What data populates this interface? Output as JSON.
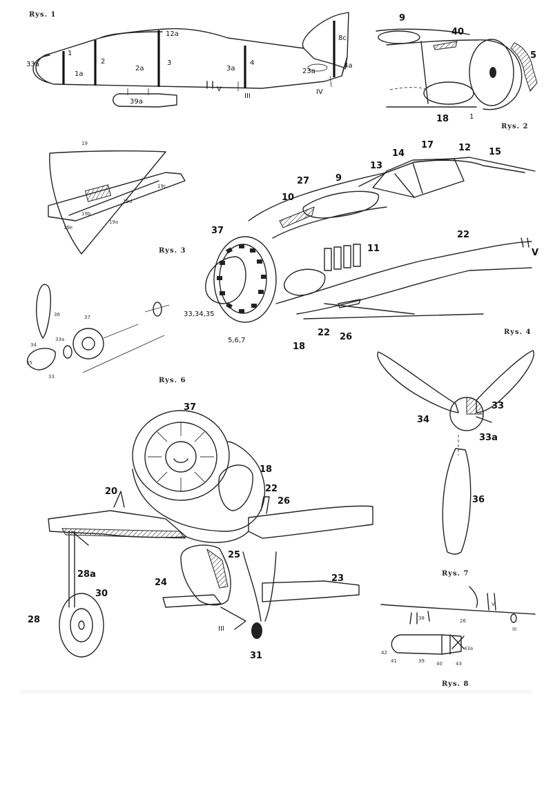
{
  "figures": {
    "rys1": {
      "caption": "Rys. 1",
      "labels": [
        "33a",
        "1",
        "1a",
        "2",
        "2a",
        "3",
        "12a",
        "3a",
        "4",
        "23a",
        "8c",
        "4a",
        "39a",
        "V",
        "III",
        "IV"
      ]
    },
    "rys2": {
      "caption": "Rys. 2",
      "labels": [
        "9",
        "40",
        "5",
        "18",
        "1"
      ]
    },
    "rys3": {
      "caption": "Rys. 3",
      "labels": [
        "19",
        "19c",
        "19d",
        "19b",
        "19a",
        "19e"
      ]
    },
    "rys4": {
      "caption": "Rys. 4",
      "labels": [
        "17",
        "14",
        "13",
        "12",
        "15",
        "9",
        "27",
        "10",
        "37",
        "11",
        "22",
        "V",
        "33,34,35",
        "5,6,7",
        "18",
        "22",
        "26"
      ]
    },
    "rys6": {
      "caption": "Rys. 6",
      "labels": [
        "36",
        "37",
        "34",
        "33a",
        "35",
        "33"
      ]
    },
    "rys7": {
      "caption": "Rys. 7",
      "labels": [
        "33",
        "34",
        "33a",
        "36"
      ]
    },
    "main_view": {
      "labels": [
        "37",
        "20",
        "18",
        "22",
        "26",
        "25",
        "28a",
        "30",
        "23",
        "24",
        "28",
        "31",
        "III"
      ]
    },
    "rys8": {
      "caption": "Rys. 8",
      "labels": [
        "V",
        "38",
        "26",
        "III",
        "42",
        "41",
        "39",
        "40",
        "43",
        "43a"
      ]
    }
  }
}
